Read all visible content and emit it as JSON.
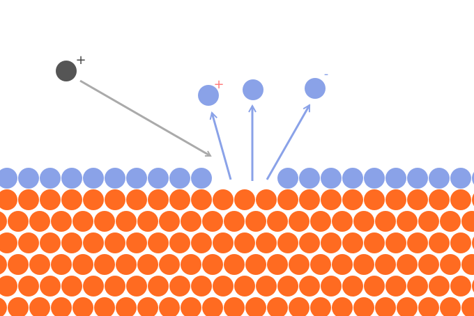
{
  "colors": {
    "substrate_atom": "#ff6b21",
    "surface_atom": "#8aa2e8",
    "incident_ion": "#555555",
    "incident_path": "#aaaaaa",
    "ejected_path": "#8aa2e8",
    "positive_ejected_charge": "#ff7b7b",
    "incident_charge": "#444444",
    "negative_ejected_charge": "#8aa2e8"
  },
  "incident_ion": {
    "charge": "+",
    "icon": "ion-icon"
  },
  "ejected_particles": [
    {
      "id": "cation",
      "charge": "+"
    },
    {
      "id": "neutral",
      "charge": ""
    },
    {
      "id": "anion",
      "charge": "-"
    }
  ]
}
